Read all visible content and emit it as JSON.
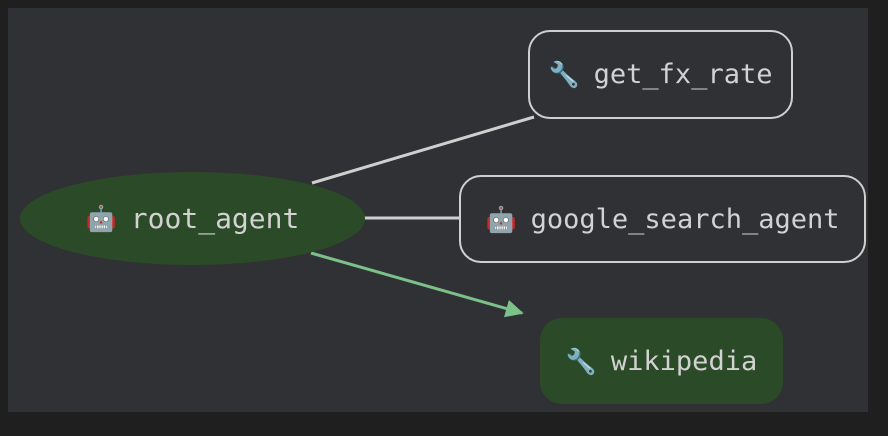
{
  "canvas": {
    "background_color": "#303134",
    "frame_color": "#1f1f1f"
  },
  "graph": {
    "type": "agent-tool-graph",
    "node_text_color": "#d2d2d2",
    "nodes": [
      {
        "id": "root_agent",
        "label": "root_agent",
        "icon": "robot-emoji",
        "glyph": "🤖",
        "shape": "ellipse",
        "fill_color": "#2b4a27",
        "border_color": "none",
        "kind": "agent"
      },
      {
        "id": "get_fx_rate",
        "label": "get_fx_rate",
        "icon": "wrench-emoji",
        "glyph": "🔧",
        "shape": "rounded-rect",
        "fill_color": "none",
        "border_color": "#cfcfcf",
        "kind": "tool"
      },
      {
        "id": "google_search_agent",
        "label": "google_search_agent",
        "icon": "robot-emoji",
        "glyph": "🤖",
        "shape": "rounded-rect",
        "fill_color": "none",
        "border_color": "#cfcfcf",
        "kind": "agent"
      },
      {
        "id": "wikipedia",
        "label": "wikipedia",
        "icon": "wrench-emoji",
        "glyph": "🔧",
        "shape": "rounded-rect",
        "fill_color": "#2b4a27",
        "border_color": "none",
        "kind": "tool"
      }
    ],
    "edges": [
      {
        "id": "edge-root-to-get-fx-rate",
        "from": "root_agent",
        "to": "get_fx_rate",
        "color": "#cfcfcf",
        "arrow": false
      },
      {
        "id": "edge-root-to-google-search-agent",
        "from": "root_agent",
        "to": "google_search_agent",
        "color": "#cfcfcf",
        "arrow": false
      },
      {
        "id": "edge-root-to-wikipedia",
        "from": "root_agent",
        "to": "wikipedia",
        "color": "#7cc08a",
        "arrow": true
      }
    ]
  }
}
